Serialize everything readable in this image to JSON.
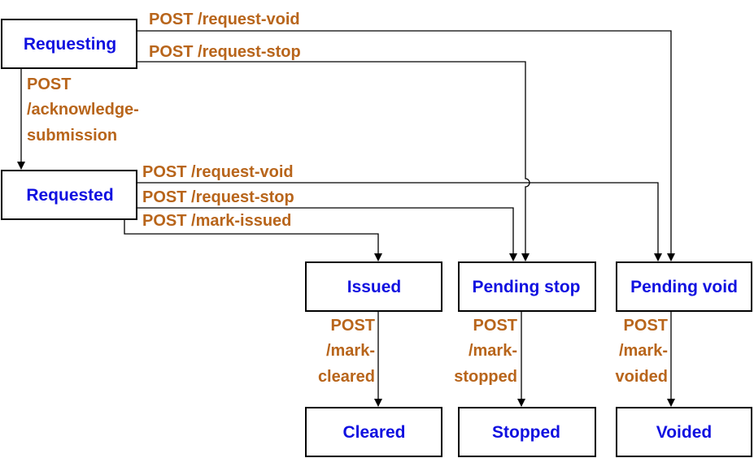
{
  "colors": {
    "state_text": "#1010e0",
    "edge_text": "#b8651b",
    "lines": "#000000",
    "background": "#ffffff"
  },
  "states": {
    "requesting": "Requesting",
    "requested": "Requested",
    "issued": "Issued",
    "pending_stop": "Pending stop",
    "pending_void": "Pending void",
    "cleared": "Cleared",
    "stopped": "Stopped",
    "voided": "Voided"
  },
  "transitions": {
    "requesting_void": "POST /request-void",
    "requesting_stop": "POST /request-stop",
    "ack": [
      "POST",
      "/acknowledge-",
      "submission"
    ],
    "requested_void": "POST /request-void",
    "requested_stop": "POST /request-stop",
    "mark_issued": "POST /mark-issued",
    "mark_cleared": [
      "POST",
      "/mark-",
      "cleared"
    ],
    "mark_stopped": [
      "POST",
      "/mark-",
      "stopped"
    ],
    "mark_voided": [
      "POST",
      "/mark-",
      "voided"
    ]
  }
}
